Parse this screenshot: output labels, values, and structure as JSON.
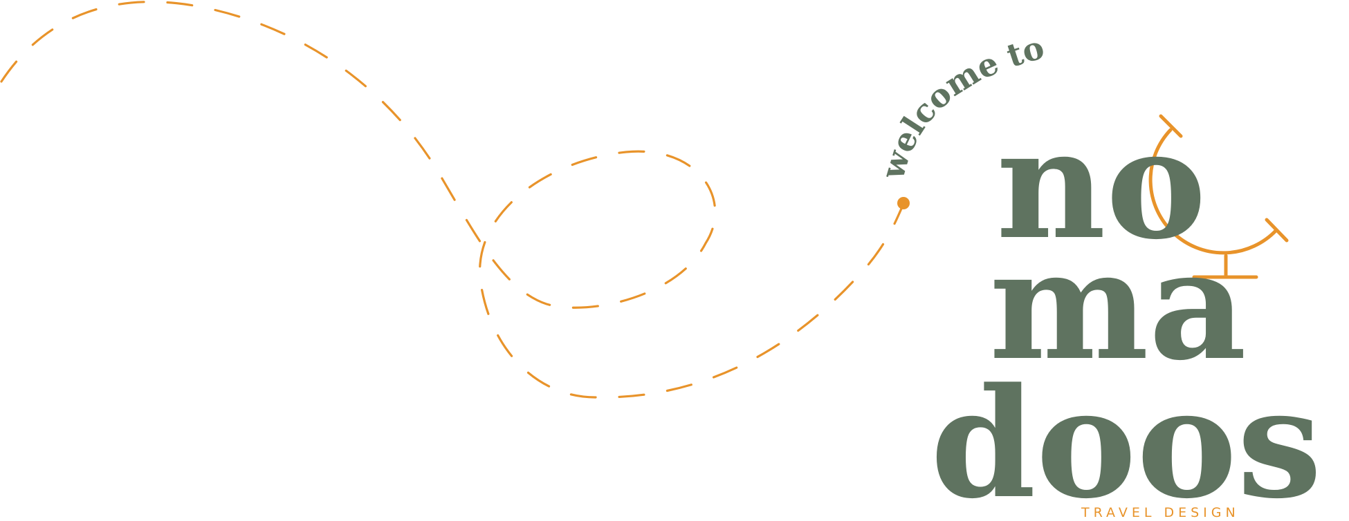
{
  "logo": {
    "welcome": "welcome to",
    "word_line1": "no",
    "word_line2": "ma",
    "word_line3": "doos",
    "tagline": "TRAVEL DESIGN"
  },
  "colors": {
    "brand_green": "#5F7360",
    "accent_orange": "#E8932A",
    "background": "#ffffff"
  },
  "icons": {
    "trail": "dashed-flight-path-icon",
    "globe": "globe-icon",
    "dot": "path-start-dot-icon"
  }
}
